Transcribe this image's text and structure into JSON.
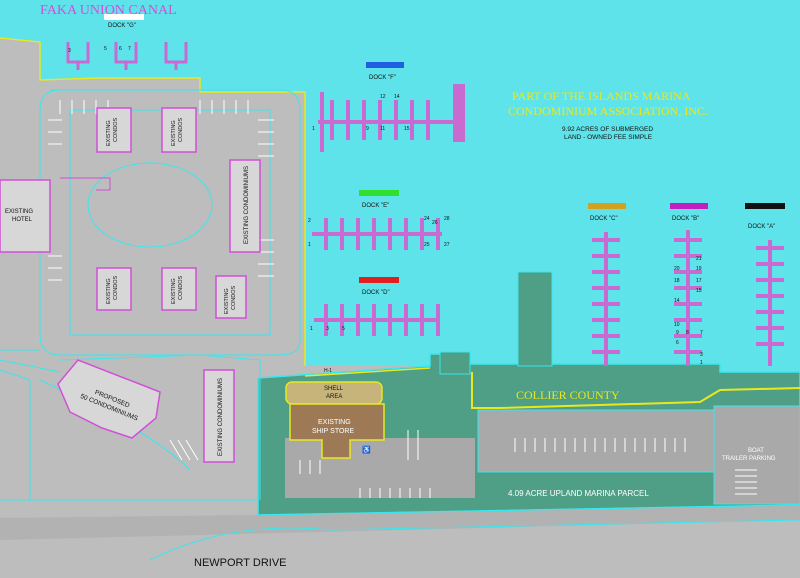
{
  "colors": {
    "water": "#5fe3ea",
    "land": "#bdbdbd",
    "parcel": "#4f9e86",
    "outline": "#39e7ef",
    "dock": "#c86ad0",
    "building": "#d050d8",
    "yellow": "#e8e820",
    "dock_a": "#111111",
    "dock_b": "#c020c0",
    "dock_c": "#d4a020",
    "dock_d": "#e02020",
    "dock_e": "#30e030",
    "dock_f": "#2060e0",
    "dock_g": "#ffffff"
  },
  "labels": {
    "canal": "FAKA UNION CANAL",
    "association_line1": "PART OF THE ISLANDS MARINA",
    "association_line2": "CONDOMINIUM ASSOCIATION, INC.",
    "submerged_line1": "9.92 ACRES OF SUBMERGED",
    "submerged_line2": "LAND - OWNED FEE SIMPLE",
    "county": "COLLIER COUNTY",
    "parcel": "4.09 ACRE UPLAND MARINA PARCEL",
    "road": "NEWPORT DRIVE",
    "boat_line1": "BOAT",
    "boat_line2": "TRAILER PARKING",
    "ship_line1": "EXISTING",
    "ship_line2": "SHIP STORE",
    "shell_line1": "SHELL",
    "shell_line2": "AREA",
    "hotel_line1": "EXISTING",
    "hotel_line2": "HOTEL",
    "proposed_line1": "PROPOSED",
    "proposed_line2": "50 CONDOMINIUMS",
    "condos_line1": "EXISTING",
    "condos_line2": "CONDOS",
    "condominiums": "EXISTING CONDOMINIUMS",
    "h1": "H-1",
    "handicap": "♿"
  },
  "docks": {
    "a": "DOCK \"A\"",
    "b": "DOCK \"B\"",
    "c": "DOCK \"C\"",
    "d": "DOCK \"D\"",
    "e": "DOCK \"E\"",
    "f": "DOCK \"F\"",
    "g": "DOCK \"G\""
  },
  "slip_numbers": {
    "g": [
      "3",
      "5",
      "6",
      "7"
    ],
    "f": [
      "12",
      "14",
      "1",
      "9",
      "11",
      "15"
    ],
    "e": [
      "2",
      "1",
      "24",
      "26",
      "28",
      "25",
      "27"
    ],
    "d": [
      "1",
      "3",
      "5"
    ],
    "b": [
      "21",
      "20",
      "19",
      "18",
      "17",
      "15",
      "14",
      "10",
      "9",
      "8",
      "7",
      "6",
      "3",
      "1"
    ]
  }
}
